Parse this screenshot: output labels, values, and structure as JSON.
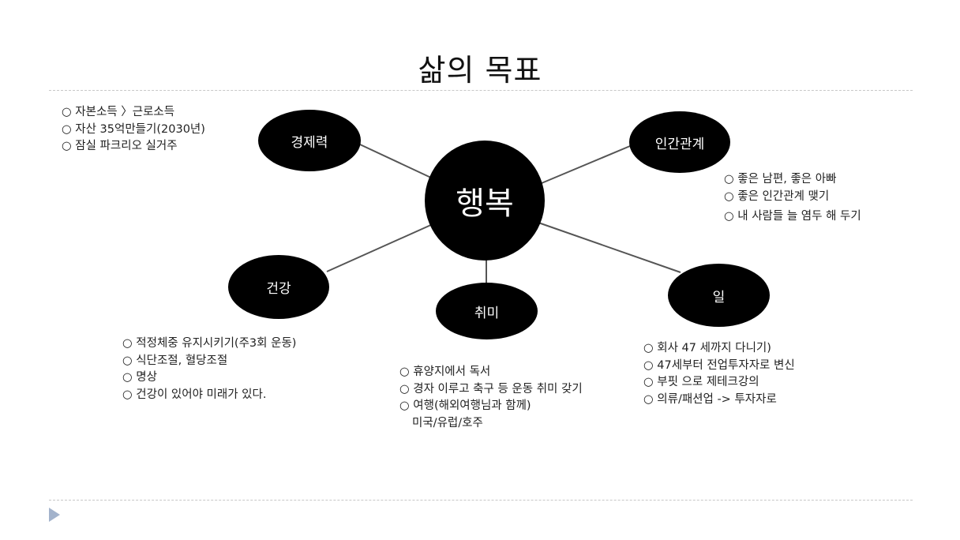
{
  "title": "삶의 목표",
  "center": {
    "label": "행복"
  },
  "nodes": {
    "economy": {
      "label": "경제력"
    },
    "relations": {
      "label": "인간관계"
    },
    "health": {
      "label": "건강"
    },
    "hobby": {
      "label": "취미"
    },
    "work": {
      "label": "일"
    }
  },
  "lists": {
    "economy": [
      "○ 자본소득 〉근로소득",
      "○ 자산 35억만들기(2030년)",
      "○ 잠실 파크리오 실거주"
    ],
    "relations": [
      "○ 좋은 남편, 좋은 아빠",
      "○ 좋은 인간관계 맺기",
      "○ 내 사람들 늘 염두 해 두기"
    ],
    "health": [
      "○ 적정체중 유지시키기(주3회 운동)",
      "○ 식단조절, 혈당조절",
      "○ 명상",
      "○ 건강이 있어야 미래가 있다."
    ],
    "hobby": [
      "○ 휴양지에서 독서",
      "○ 경자 이루고 축구 등 운동 취미 갖기",
      "○ 여행(해외여행님과 함께)",
      "미국/유럽/호주"
    ],
    "work": [
      "○ 회사 47 세까지 다니기)",
      "○ 47세부터 전업투자자로 변신",
      "○ 부핏 으로 제테크강의",
      "○ 의류/패션업 -> 투자자로"
    ]
  }
}
